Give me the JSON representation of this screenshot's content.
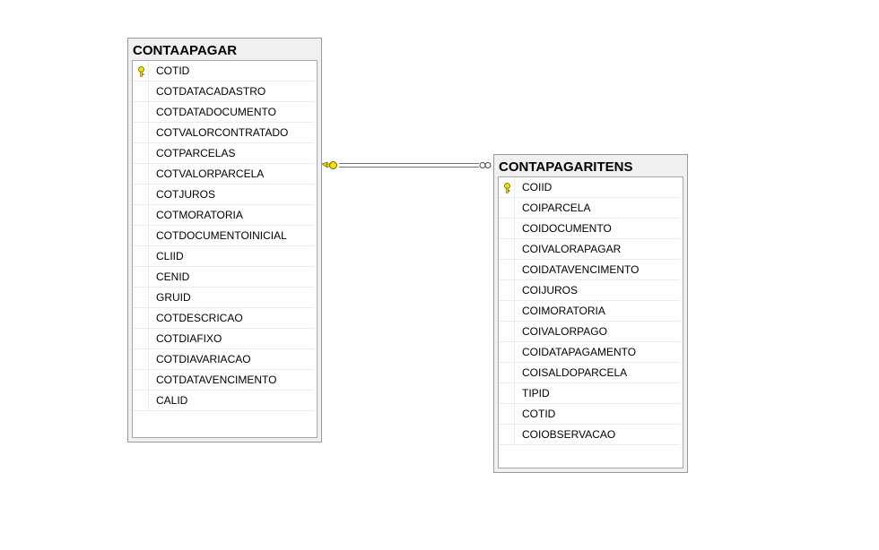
{
  "tables": [
    {
      "id": "contaapagar",
      "title": "CONTAAPAGAR",
      "columns": [
        {
          "name": "COTID",
          "primary_key": true
        },
        {
          "name": "COTDATACADASTRO",
          "primary_key": false
        },
        {
          "name": "COTDATADOCUMENTO",
          "primary_key": false
        },
        {
          "name": "COTVALORCONTRATADO",
          "primary_key": false
        },
        {
          "name": "COTPARCELAS",
          "primary_key": false
        },
        {
          "name": "COTVALORPARCELA",
          "primary_key": false
        },
        {
          "name": "COTJUROS",
          "primary_key": false
        },
        {
          "name": "COTMORATORIA",
          "primary_key": false
        },
        {
          "name": "COTDOCUMENTOINICIAL",
          "primary_key": false
        },
        {
          "name": "CLIID",
          "primary_key": false
        },
        {
          "name": "CENID",
          "primary_key": false
        },
        {
          "name": "GRUID",
          "primary_key": false
        },
        {
          "name": "COTDESCRICAO",
          "primary_key": false
        },
        {
          "name": "COTDIAFIXO",
          "primary_key": false
        },
        {
          "name": "COTDIAVARIACAO",
          "primary_key": false
        },
        {
          "name": "COTDATAVENCIMENTO",
          "primary_key": false
        },
        {
          "name": "CALID",
          "primary_key": false
        }
      ]
    },
    {
      "id": "contapagaritens",
      "title": "CONTAPAGARITENS",
      "columns": [
        {
          "name": "COIID",
          "primary_key": true
        },
        {
          "name": "COIPARCELA",
          "primary_key": false
        },
        {
          "name": "COIDOCUMENTO",
          "primary_key": false
        },
        {
          "name": "COIVALORAPAGAR",
          "primary_key": false
        },
        {
          "name": "COIDATAVENCIMENTO",
          "primary_key": false
        },
        {
          "name": "COIJUROS",
          "primary_key": false
        },
        {
          "name": "COIMORATORIA",
          "primary_key": false
        },
        {
          "name": "COIVALORPAGO",
          "primary_key": false
        },
        {
          "name": "COIDATAPAGAMENTO",
          "primary_key": false
        },
        {
          "name": "COISALDOPARCELA",
          "primary_key": false
        },
        {
          "name": "TIPID",
          "primary_key": false
        },
        {
          "name": "COTID",
          "primary_key": false
        },
        {
          "name": "COIOBSERVACAO",
          "primary_key": false
        }
      ]
    }
  ],
  "relationship": {
    "from": "contaapagar",
    "to": "contapagaritens",
    "from_end": "key-icon",
    "to_end": "infinity-icon"
  },
  "colors": {
    "key_fill": "#f2e200",
    "key_stroke": "#6b6000",
    "line": "#707070"
  }
}
